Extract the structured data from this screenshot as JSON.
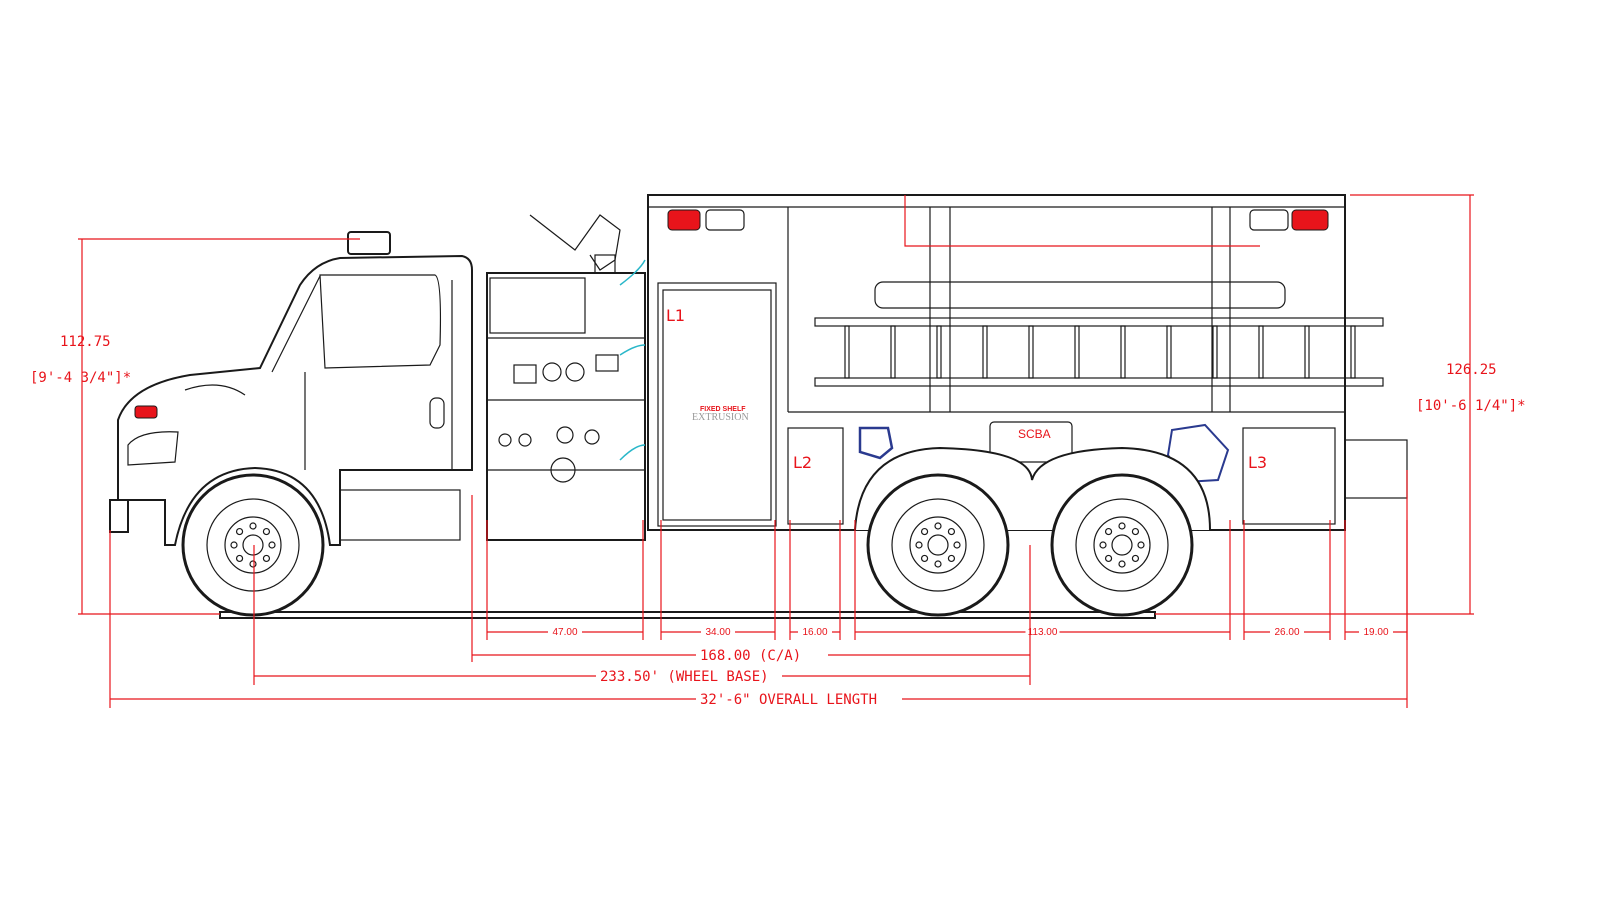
{
  "title": "Fire tanker truck side elevation",
  "heights": {
    "cab_height": "112.75",
    "cab_height_ft": "[9'-4 3/4\"]*",
    "body_height": "126.25",
    "body_height_ft": "[10'-6 1/4\"]*"
  },
  "segments": [
    "47.00",
    "34.00",
    "16.00",
    "113.00",
    "26.00",
    "19.00"
  ],
  "ca": "168.00 (C/A)",
  "wheelbase": "233.50' (WHEEL BASE)",
  "overall": "32'-6\" OVERALL LENGTH",
  "compartments": {
    "l1": "L1",
    "l2": "L2",
    "l3": "L3",
    "scba": "SCBA"
  },
  "shelf": {
    "fixed": "FIXED SHELF",
    "extrusion": "EXTRUSION"
  },
  "colors": {
    "dimension": "#e8141b",
    "linework": "#1a1a1a",
    "accent": "#2ab7c9"
  }
}
